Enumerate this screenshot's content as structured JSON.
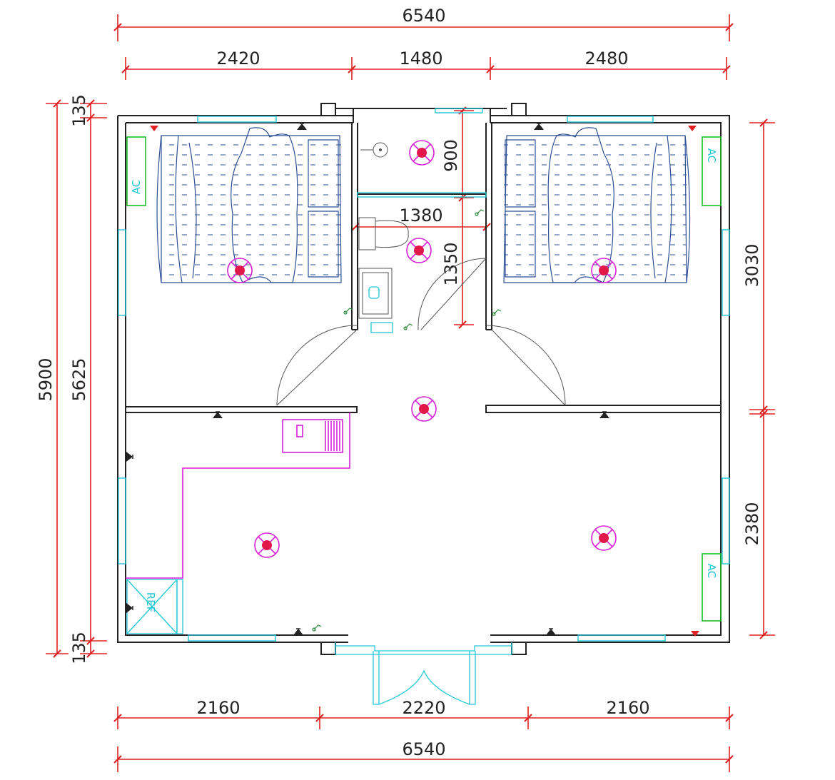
{
  "dimensions": {
    "top_total": "6540",
    "top_left": "2420",
    "top_mid": "1480",
    "top_right": "2480",
    "bottom_left": "2160",
    "bottom_mid": "2220",
    "bottom_right": "2160",
    "bottom_total": "6540",
    "left_total": "5900",
    "left_inner": "5625",
    "left_top_wall": "135",
    "left_bottom_wall": "135",
    "right_upper": "3030",
    "right_lower": "2380",
    "bath_upper": "900",
    "bath_width": "1380",
    "bath_lower": "1350"
  },
  "labels": {
    "ac": "AC",
    "fridge": "REF"
  },
  "colors": {
    "dimension": "#e02020",
    "wall": "#222222",
    "window": "#22c7d6",
    "ac_unit": "#1bbf2a",
    "light": "#d61fd6",
    "light_dot": "#e0194a",
    "furniture": "#2c4f95"
  },
  "lights_count_visible": 7
}
